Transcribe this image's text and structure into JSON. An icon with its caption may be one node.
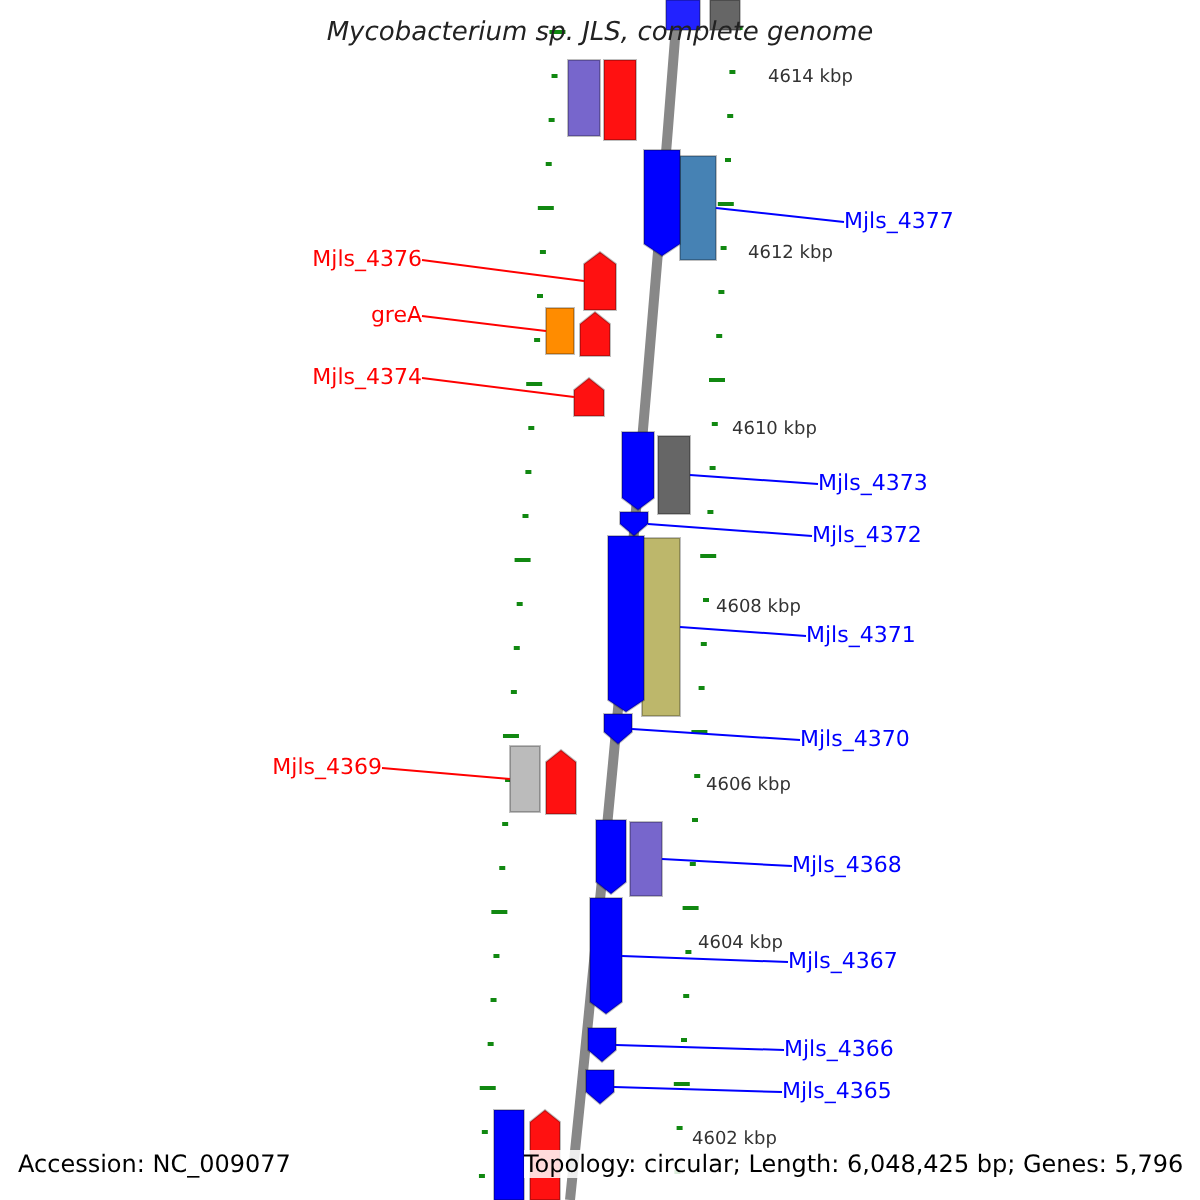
{
  "diagram": {
    "title": "Mycobacterium sp. JLS, complete genome",
    "nodes": [
      {
        "text": [
          "Mjls_4377"
        ]
      },
      {
        "text": [],
        "shape": "box"
      },
      {
        "text": [
          "Mjls_4376"
        ]
      },
      {
        "text": [],
        "shape": "pentagon"
      },
      {
        "text": [
          "greA"
        ]
      },
      {
        "text": [],
        "shape": "box"
      },
      {
        "text": [
          "Mjls_4374"
        ]
      },
      {
        "text": [],
        "shape": "pentagon"
      },
      {
        "text": [
          "Mjls_4373"
        ]
      },
      {
        "text": [],
        "shape": "box"
      },
      {
        "text": [
          "Mjls_4372"
        ]
      },
      {
        "text": [],
        "shape": "pentagon"
      },
      {
        "text": [
          "Mjls_4371"
        ]
      },
      {
        "text": [],
        "shape": "box"
      },
      {
        "text": [
          "Mjls_4370"
        ]
      },
      {
        "text": [],
        "shape": "pentagon"
      },
      {
        "text": [
          "Mjls_4369"
        ]
      },
      {
        "text": [],
        "shape": "box"
      },
      {
        "text": [
          "Mjls_4368"
        ]
      },
      {
        "text": [],
        "shape": "box"
      },
      {
        "text": [
          "Mjls_4367"
        ]
      },
      {
        "text": [],
        "shape": "pentagon"
      },
      {
        "text": [
          "Mjls_4366"
        ]
      },
      {
        "text": [],
        "shape": "pentagon"
      },
      {
        "text": [
          "Mjls_4365"
        ]
      },
      {
        "text": [],
        "shape": "pentagon"
      },
      {
        "text": [],
        "shape": "box"
      },
      {
        "text": [],
        "shape": "box"
      },
      {
        "text": [],
        "shape": "box"
      },
      {
        "text": [],
        "shape": "box"
      },
      {
        "text": [],
        "shape": "pentagon"
      },
      {
        "text": [],
        "shape": "pentagon"
      },
      {
        "text": [],
        "shape": "pentagon"
      },
      {
        "text": [],
        "shape": "pentagon"
      },
      {
        "text": [],
        "shape": "pentagon"
      },
      {
        "text": [],
        "shape": "pentagon"
      },
      {
        "text": [],
        "shape": "box"
      },
      {
        "text": [],
        "shape": "pentagon"
      }
    ],
    "edges": [
      {
        "from": 0,
        "to": 1,
        "arrow": "none"
      },
      {
        "from": 2,
        "to": 3,
        "arrow": "none",
        "color": "#ff0000"
      },
      {
        "from": 4,
        "to": 5,
        "arrow": "none",
        "color": "#ff0000"
      },
      {
        "from": 6,
        "to": 7,
        "arrow": "none",
        "color": "#ff0000"
      },
      {
        "from": 8,
        "to": 9,
        "arrow": "none"
      },
      {
        "from": 10,
        "to": 11,
        "arrow": "none"
      },
      {
        "from": 12,
        "to": 13,
        "arrow": "none"
      },
      {
        "from": 14,
        "to": 15,
        "arrow": "none"
      },
      {
        "from": 16,
        "to": 17,
        "arrow": "none",
        "color": "#ff0000"
      },
      {
        "from": 18,
        "to": 19,
        "arrow": "none"
      },
      {
        "from": 20,
        "to": 21,
        "arrow": "none"
      },
      {
        "from": 22,
        "to": 23,
        "arrow": "none"
      },
      {
        "from": 24,
        "to": 25,
        "arrow": "none"
      }
    ],
    "labels": [
      "4614 kbp",
      "4612 kbp",
      "4610 kbp",
      "4608 kbp",
      "4606 kbp",
      "4604 kbp",
      "4602 kbp",
      "Accession: NC_009077",
      "Topology: circular; Length: 6,048,425 bp; Genes: 5,796"
    ]
  }
}
